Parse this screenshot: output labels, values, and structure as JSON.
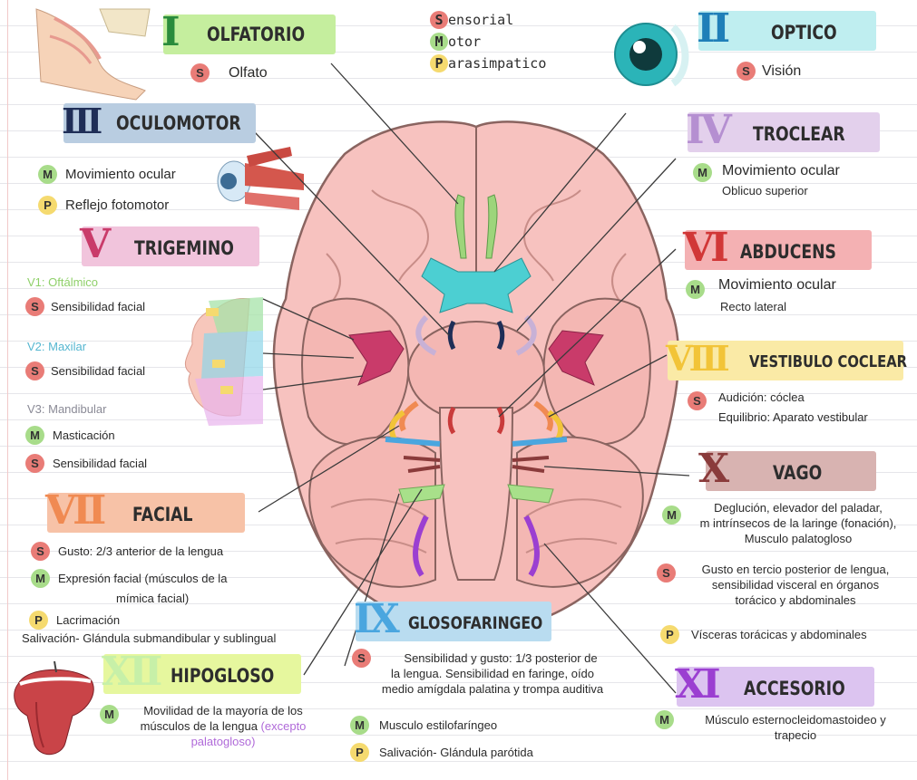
{
  "legend": {
    "sensorial": {
      "letter": "S",
      "rest": "ensorial"
    },
    "motor": {
      "letter": "M",
      "rest": "otor"
    },
    "parasimpatico": {
      "letter": "P",
      "rest": "arasimpatico"
    }
  },
  "colors": {
    "sensorial": "#e97c77",
    "motor": "#a8dc8a",
    "parasimpatico": "#f5da6f",
    "brain": "#f7c2bf",
    "brain_outline": "#8a6460"
  },
  "nerves": {
    "olfatorio": {
      "numeral": "I",
      "name": "OLFATORIO",
      "items": [
        {
          "type": "S",
          "text": "Olfato"
        }
      ]
    },
    "optico": {
      "numeral": "II",
      "name": "OPTICO",
      "items": [
        {
          "type": "S",
          "text": "Visión"
        }
      ]
    },
    "oculomotor": {
      "numeral": "III",
      "name": "OCULOMOTOR",
      "items": [
        {
          "type": "M",
          "text": "Movimiento ocular"
        },
        {
          "type": "P",
          "text": "Reflejo fotomotor"
        }
      ]
    },
    "troclear": {
      "numeral": "IV",
      "name": "TROCLEAR",
      "items": [
        {
          "type": "M",
          "text": "Movimiento ocular"
        }
      ],
      "detail": "Oblicuo superior"
    },
    "trigemino": {
      "numeral": "V",
      "name": "TRIGEMINO",
      "branches": [
        {
          "label": "V1: Oftálmico",
          "items": [
            {
              "type": "S",
              "text": "Sensibilidad facial"
            }
          ]
        },
        {
          "label": "V2: Maxilar",
          "items": [
            {
              "type": "S",
              "text": "Sensibilidad facial"
            }
          ]
        },
        {
          "label": "V3: Mandibular",
          "items": [
            {
              "type": "M",
              "text": "Masticación"
            },
            {
              "type": "S",
              "text": "Sensibilidad facial"
            }
          ]
        }
      ]
    },
    "abducens": {
      "numeral": "VI",
      "name": "ABDUCENS",
      "items": [
        {
          "type": "M",
          "text": "Movimiento ocular"
        }
      ],
      "detail": "Recto lateral"
    },
    "facial": {
      "numeral": "VII",
      "name": "FACIAL",
      "items": [
        {
          "type": "S",
          "text": "Gusto: 2/3 anterior de la lengua"
        },
        {
          "type": "M",
          "text": "Expresión facial (músculos de la",
          "continuation": "mímica facial)"
        },
        {
          "type": "P",
          "text": "Lacrimación"
        }
      ],
      "extra": "Salivación- Glándula submandibular y sublingual"
    },
    "vestibulococlear": {
      "numeral": "VIII",
      "name": "VESTIBULO COCLEAR",
      "items": [
        {
          "type": "S",
          "text": "Audición: cóclea",
          "continuation": "Equilibrio: Aparato vestibular"
        }
      ]
    },
    "glosofaringeo": {
      "numeral": "IX",
      "name": "GLOSOFARINGEO",
      "items": [
        {
          "type": "S",
          "lines": [
            "Sensibilidad y gusto: 1/3 posterior de",
            "la lengua. Sensibilidad en faringe, oído",
            "medio amígdala palatina y trompa auditiva"
          ]
        },
        {
          "type": "M",
          "text": "Musculo estilofaríngeo"
        },
        {
          "type": "P",
          "text": "Salivación- Glándula parótida"
        }
      ]
    },
    "vago": {
      "numeral": "X",
      "name": "VAGO",
      "items": [
        {
          "type": "M",
          "lines": [
            "Deglución, elevador del paladar,",
            "m intrínsecos de la laringe (fonación),",
            "Musculo palatogloso"
          ]
        },
        {
          "type": "S",
          "lines": [
            "Gusto en tercio posterior de lengua,",
            "sensibilidad visceral en órganos",
            "torácico y abdominales"
          ]
        },
        {
          "type": "P",
          "text": "Vísceras torácicas y abdominales"
        }
      ]
    },
    "accesorio": {
      "numeral": "XI",
      "name": "ACCESORIO",
      "items": [
        {
          "type": "M",
          "lines": [
            "Músculo esternocleidomastoideo y",
            "trapecio"
          ]
        }
      ]
    },
    "hipogloso": {
      "numeral": "XII",
      "name": "HIPOGLOSO",
      "items": [
        {
          "type": "M",
          "lines": [
            "Movilidad de la mayoría de los",
            "músculos de la lengua"
          ],
          "note_open": "(excepto",
          "note_close": "palatogloso)"
        }
      ]
    }
  }
}
